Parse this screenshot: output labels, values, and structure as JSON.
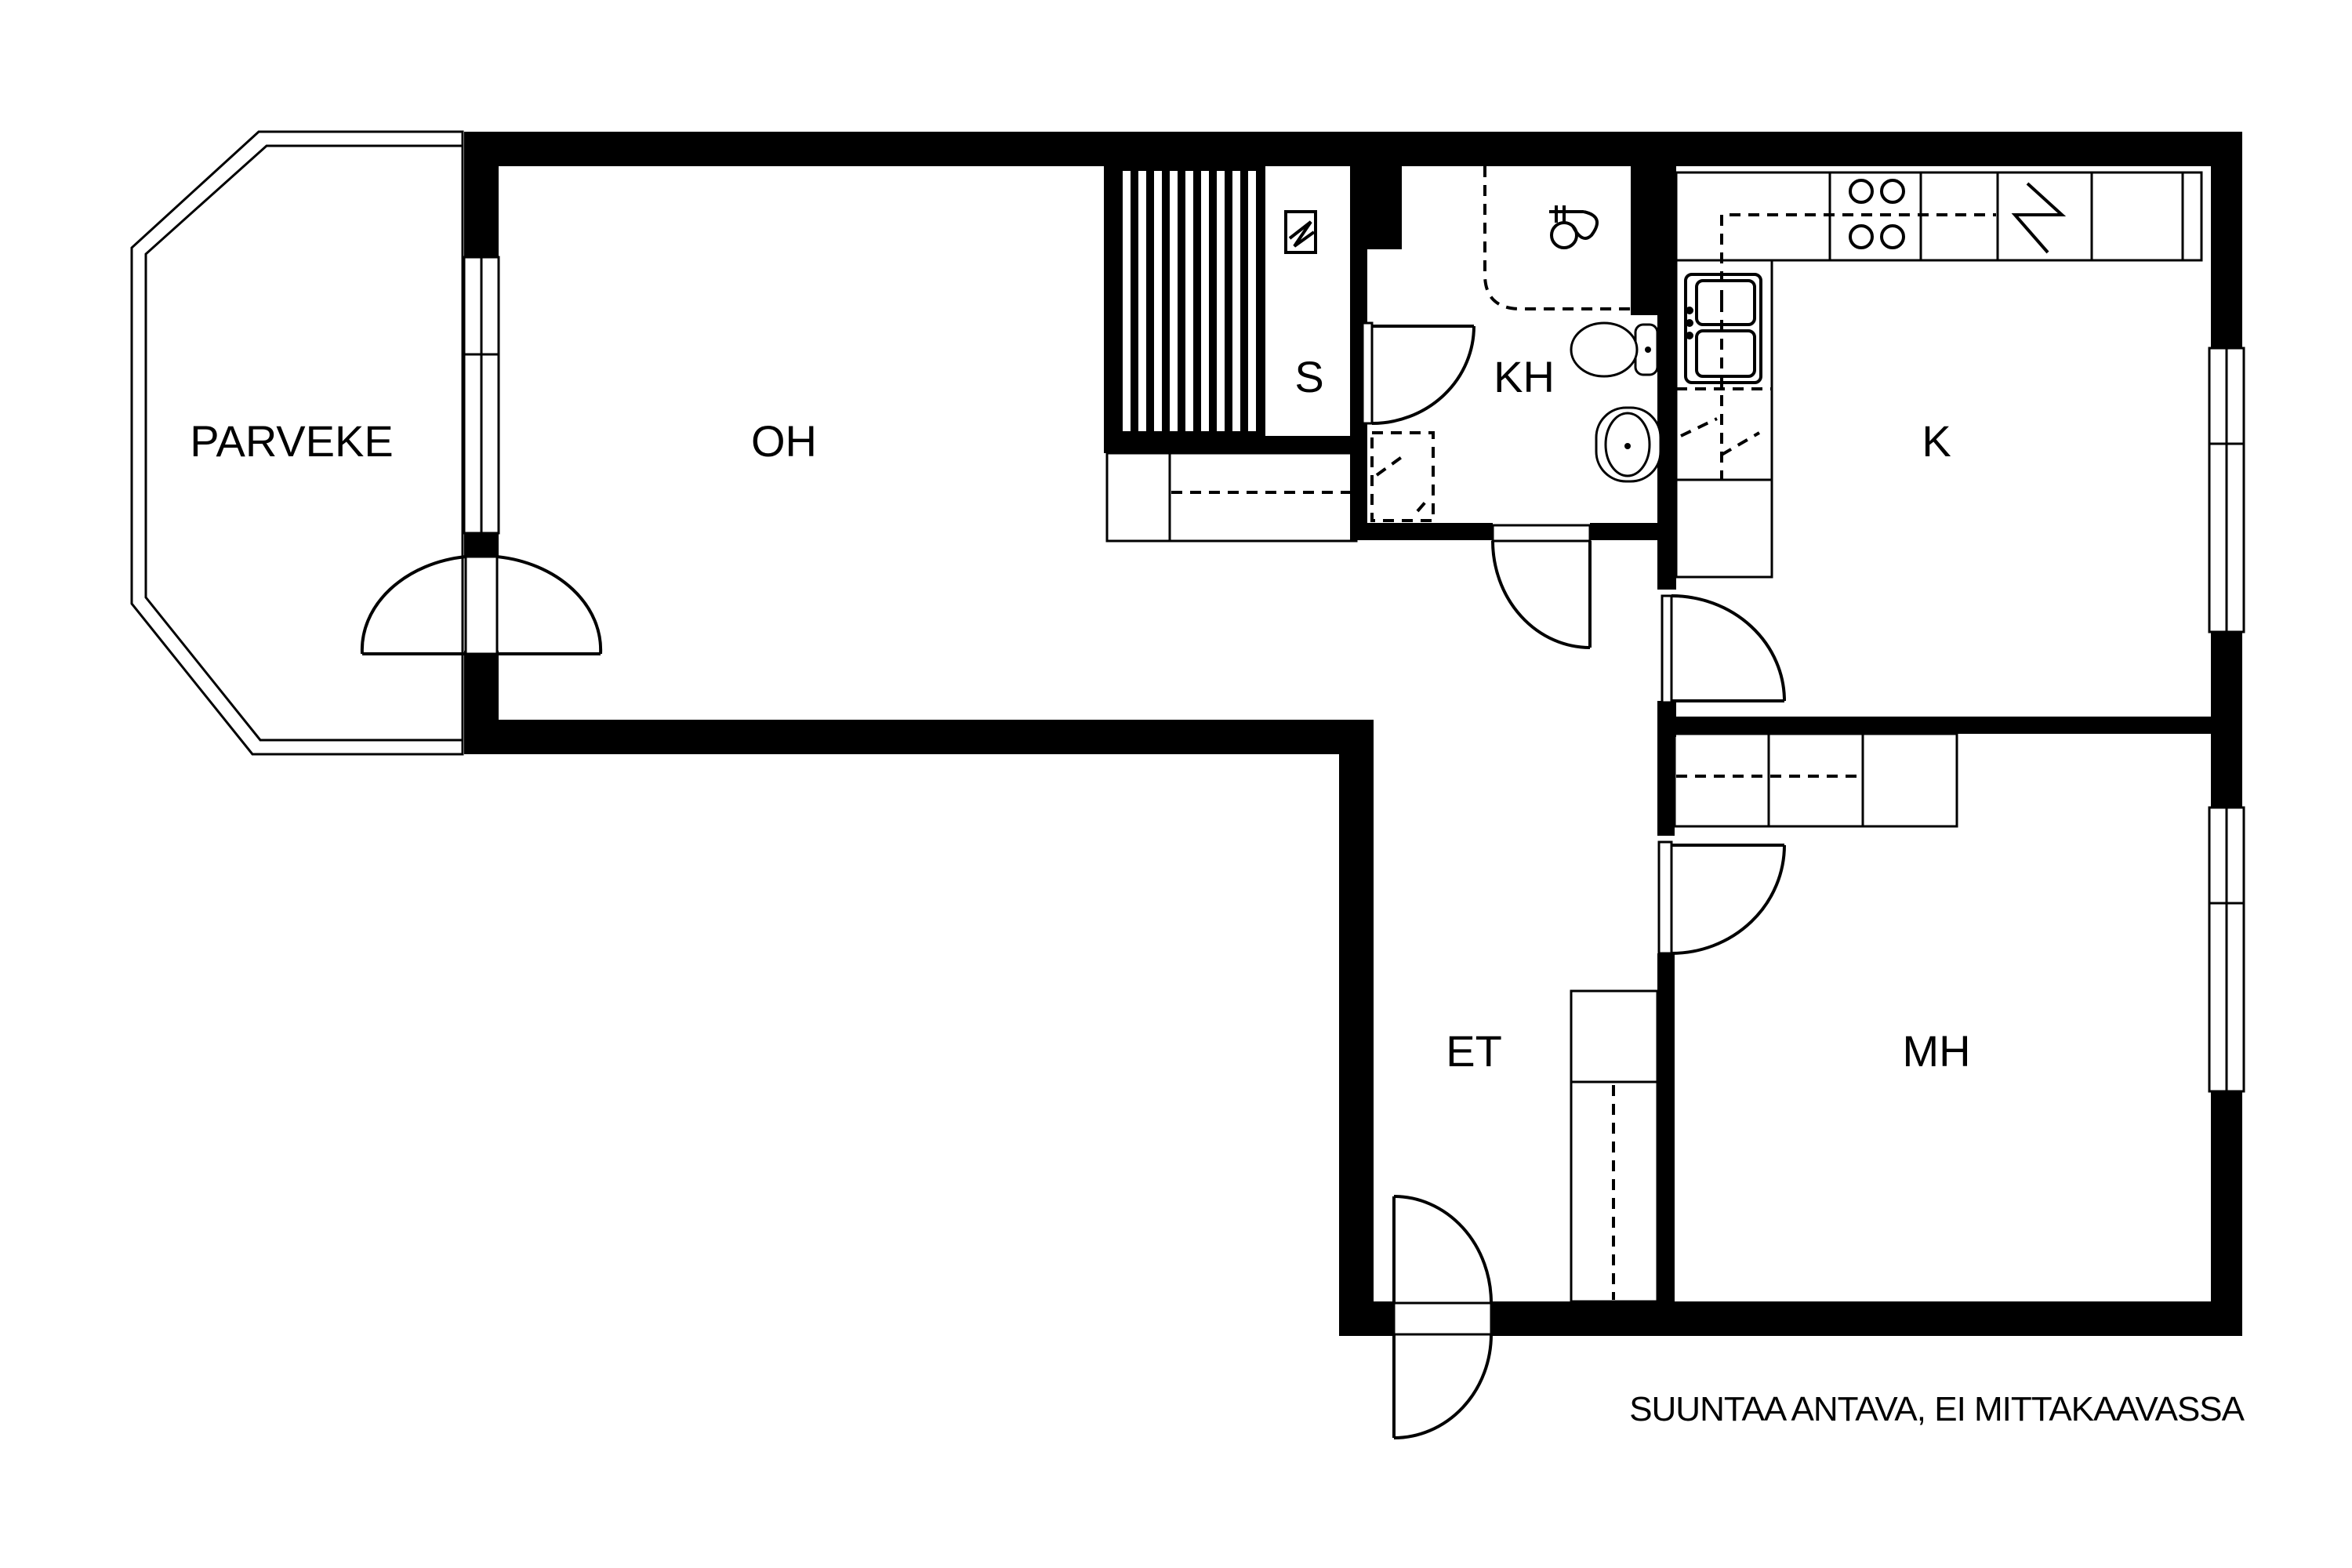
{
  "floor_plan": {
    "colors": {
      "wall": "#000000",
      "background": "#ffffff",
      "line": "#000000"
    },
    "rooms": [
      {
        "id": "parveke",
        "label": "PARVEKE",
        "meaning": "balcony"
      },
      {
        "id": "oh",
        "label": "OH",
        "meaning": "living room"
      },
      {
        "id": "s",
        "label": "S",
        "meaning": "sauna"
      },
      {
        "id": "kh",
        "label": "KH",
        "meaning": "bathroom"
      },
      {
        "id": "k",
        "label": "K",
        "meaning": "kitchen"
      },
      {
        "id": "et",
        "label": "ET",
        "meaning": "entrance hall"
      },
      {
        "id": "mh",
        "label": "MH",
        "meaning": "bedroom"
      }
    ],
    "fixtures": {
      "sauna_stove": "sauna-stove-icon",
      "shower": "shower-icon",
      "toilet": "toilet-icon",
      "washbasin": "washbasin-icon",
      "stove": "stove-icon",
      "sink": "double-sink-icon",
      "fridge": "fridge-icon",
      "washing_machine_marks": [
        "1",
        "1"
      ]
    },
    "disclaimer": "SUUNTAA ANTAVA, EI MITTAKAAVASSA"
  }
}
